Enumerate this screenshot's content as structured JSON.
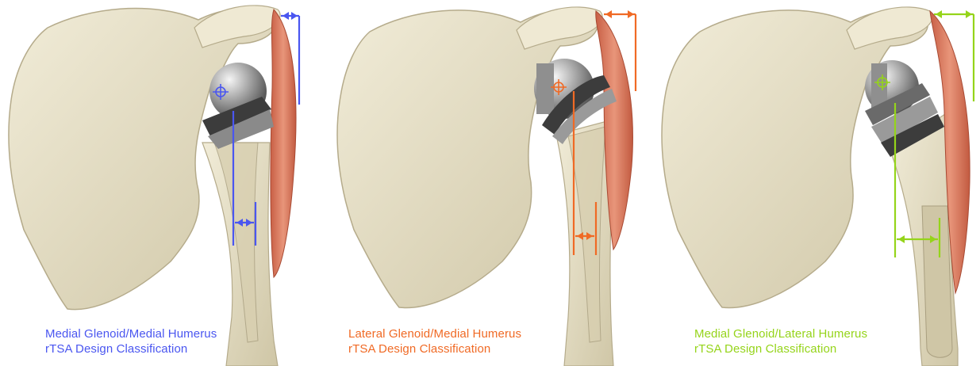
{
  "panels": [
    {
      "accent": "#4a56f0",
      "caption_line1": "Medial Glenoid/Medial Humerus",
      "caption_line2": "rTSA Design Classification"
    },
    {
      "accent": "#f06a25",
      "caption_line1": "Lateral Glenoid/Medial Humerus",
      "caption_line2": "rTSA Design Classification"
    },
    {
      "accent": "#95d41a",
      "caption_line1": "Medial Glenoid/Lateral Humerus",
      "caption_line2": "rTSA Design Classification"
    }
  ],
  "colors": {
    "bone": "#e9e3cc",
    "bone_shadow": "#c9c0a2",
    "muscle": "#d8785a",
    "metal_light": "#e8e8e8",
    "metal_dark": "#5a5a5a"
  }
}
